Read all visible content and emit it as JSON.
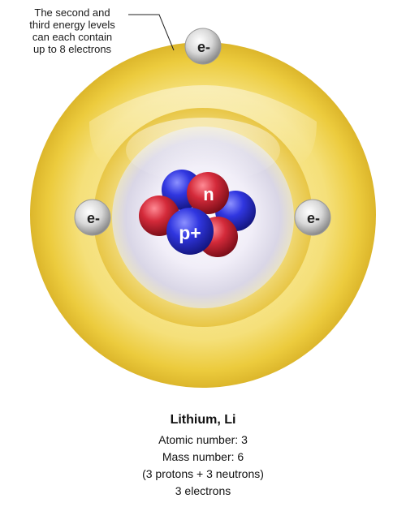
{
  "callout": {
    "line1": "The second and",
    "line2": "third energy levels",
    "line3": "can each contain",
    "line4": "up to 8 electrons"
  },
  "particles": {
    "electron_label": "e-",
    "neutron_label": "n",
    "proton_label": "p+"
  },
  "caption": {
    "title": "Lithium, Li",
    "atomic_number": "Atomic number: 3",
    "mass_number": "Mass number: 6",
    "composition": "(3 protons + 3 neutrons)",
    "electrons": "3 electrons"
  },
  "colors": {
    "shell_gold": "#f2d24a",
    "proton_blue": "#2a2fd6",
    "neutron_red": "#d42a3a",
    "electron_silver": "#c8c8c8"
  }
}
